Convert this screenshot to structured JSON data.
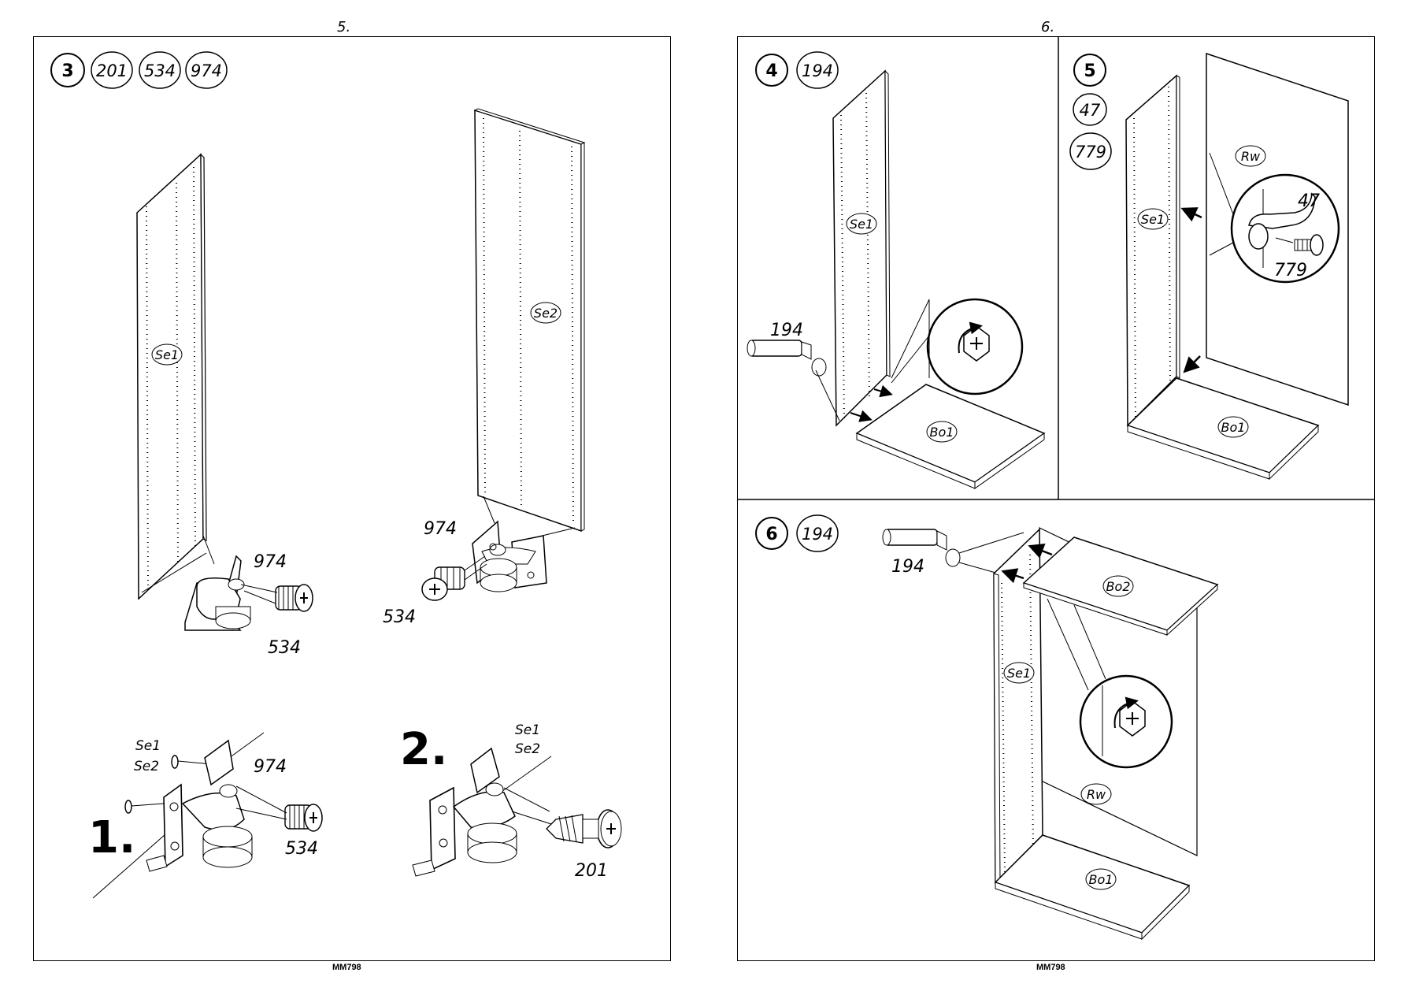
{
  "pages": [
    {
      "number": "5.",
      "footer": "MM798",
      "step": {
        "number": "3",
        "parts": [
          "201",
          "534",
          "974"
        ]
      },
      "labels": {
        "panel_left": "Se1",
        "panel_right": "Se2",
        "hinge_left_top": "974",
        "hinge_left_bottom": "534",
        "hinge_right_top": "974",
        "hinge_right_bottom": "534"
      },
      "detail1": {
        "step": "1.",
        "se1": "Se1",
        "se2": "Se2",
        "bracket": "974",
        "screw": "534"
      },
      "detail2": {
        "step": "2.",
        "se1": "Se1",
        "se2": "Se2",
        "screw": "201"
      }
    },
    {
      "number": "6.",
      "footer": "MM798",
      "step4": {
        "number": "4",
        "parts": [
          "194"
        ],
        "panel": "Se1",
        "base": "Bo1",
        "dowel": "194"
      },
      "step5": {
        "number": "5",
        "parts": [
          "47",
          "779"
        ],
        "panel": "Se1",
        "back": "Rw",
        "base": "Bo1",
        "clip": "47",
        "screw": "779"
      },
      "step6": {
        "number": "6",
        "parts": [
          "194"
        ],
        "dowel": "194",
        "top": "Bo2",
        "panel": "Se1",
        "back": "Rw",
        "base": "Bo1"
      }
    }
  ]
}
